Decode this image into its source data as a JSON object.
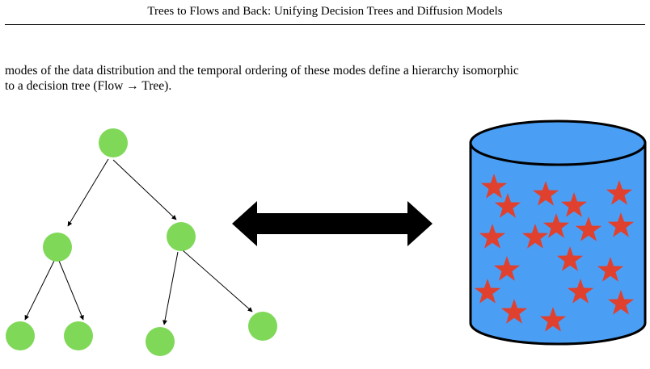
{
  "header": {
    "running_title": "Trees to Flows and Back: Unifying Decision Trees and Diffusion Models"
  },
  "body": {
    "line_1": "modes of the data distribution and the temporal ordering of these modes define a hierarchy isomorphic",
    "line_2": "to a decision tree (Flow → Tree)."
  },
  "figure": {
    "colors": {
      "tree_node": "#7fd858",
      "cylinder_fill": "#4a9ff5",
      "star": "#e0402e",
      "arrow": "#000000"
    },
    "icons": [
      "decision-tree-diagram",
      "double-headed-arrow-icon",
      "data-cylinder",
      "star-icon"
    ]
  }
}
